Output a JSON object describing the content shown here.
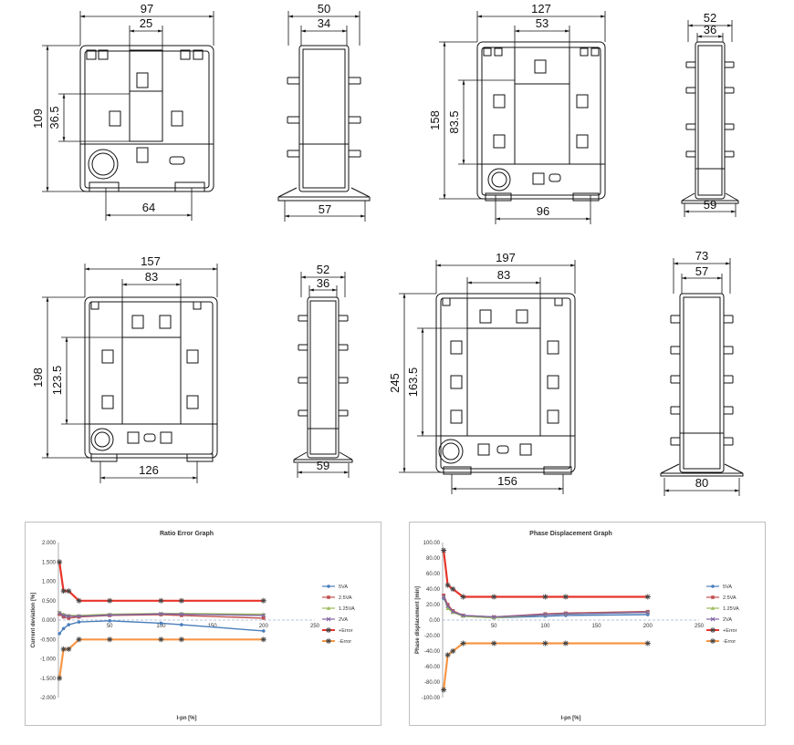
{
  "drawings": {
    "d1_front": {
      "width": "97",
      "window": "25",
      "height": "109",
      "window_h": "36.5",
      "bottom": "64"
    },
    "d1_side": {
      "width": "50",
      "inner": "34",
      "bottom": "57"
    },
    "d2_front": {
      "width": "127",
      "window": "53",
      "height": "158",
      "window_h": "83.5",
      "bottom": "96"
    },
    "d2_side": {
      "width": "52",
      "inner": "36",
      "bottom": "59"
    },
    "d3_front": {
      "width": "157",
      "window": "83",
      "height": "198",
      "window_h": "123.5",
      "bottom": "126"
    },
    "d3_side": {
      "width": "52",
      "inner": "36",
      "bottom": "59"
    },
    "d4_front": {
      "width": "197",
      "window": "83",
      "height": "245",
      "window_h": "163.5",
      "bottom": "156"
    },
    "d4_side": {
      "width": "73",
      "inner": "57",
      "bottom": "80"
    }
  },
  "chart_data": [
    {
      "type": "line",
      "title": "Ratio Error Graph",
      "xlabel": "I-pn [%]",
      "ylabel": "Current deviation [%]",
      "xlim": [
        0,
        250
      ],
      "ylim": [
        -2.0,
        2.0
      ],
      "x_ticks": [
        "50",
        "100",
        "150",
        "200",
        "250"
      ],
      "y_ticks": [
        "2.000",
        "1.500",
        "1.000",
        "0.500",
        "0.000",
        "-0.500",
        "-1.000",
        "-1.500",
        "-2.000"
      ],
      "series": [
        {
          "name": "5VA",
          "color": "#4a7ebb",
          "marker": "dot",
          "x": [
            1,
            5,
            10,
            20,
            50,
            100,
            120,
            200
          ],
          "y": [
            -0.35,
            -0.22,
            -0.12,
            -0.05,
            -0.02,
            -0.08,
            -0.12,
            -0.28
          ]
        },
        {
          "name": "2.5VA",
          "color": "#c0504d",
          "marker": "square",
          "x": [
            1,
            5,
            10,
            20,
            50,
            100,
            120,
            200
          ],
          "y": [
            0.15,
            0.08,
            0.05,
            0.08,
            0.12,
            0.14,
            0.12,
            0.05
          ]
        },
        {
          "name": "1.25VA",
          "color": "#9bbb59",
          "marker": "triangle",
          "x": [
            1,
            5,
            10,
            20,
            50,
            100,
            120,
            200
          ],
          "y": [
            0.2,
            0.15,
            0.12,
            0.12,
            0.15,
            0.17,
            0.17,
            0.15
          ]
        },
        {
          "name": "2VA",
          "color": "#8064a2",
          "marker": "x",
          "x": [
            1,
            5,
            10,
            20,
            50,
            100,
            120,
            200
          ],
          "y": [
            0.18,
            0.12,
            0.1,
            0.1,
            0.13,
            0.16,
            0.15,
            0.12
          ]
        },
        {
          "name": "+Error",
          "color": "#e8342a",
          "marker": "star",
          "x": [
            1,
            5,
            10,
            20,
            50,
            100,
            120,
            200
          ],
          "y": [
            1.5,
            0.75,
            0.75,
            0.5,
            0.5,
            0.5,
            0.5,
            0.5
          ]
        },
        {
          "name": "-Error",
          "color": "#f79646",
          "marker": "star",
          "x": [
            1,
            5,
            10,
            20,
            50,
            100,
            120,
            200
          ],
          "y": [
            -1.5,
            -0.75,
            -0.75,
            -0.5,
            -0.5,
            -0.5,
            -0.5,
            -0.5
          ]
        }
      ]
    },
    {
      "type": "line",
      "title": "Phase Displacement  Graph",
      "xlabel": "I-pn [%]",
      "ylabel": "Phase displacement [min]",
      "xlim": [
        0,
        250
      ],
      "ylim": [
        -100,
        100
      ],
      "x_ticks": [
        "50",
        "100",
        "150",
        "200",
        "250"
      ],
      "y_ticks": [
        "100.00",
        "80.00",
        "60.00",
        "40.00",
        "20.00",
        "0.00",
        "-20.00",
        "-40.00",
        "-60.00",
        "-80.00",
        "-100.00"
      ],
      "series": [
        {
          "name": "5VA",
          "color": "#4a7ebb",
          "marker": "dot",
          "x": [
            1,
            5,
            10,
            20,
            50,
            100,
            120,
            200
          ],
          "y": [
            28,
            18,
            10,
            5,
            3,
            5,
            6,
            7
          ]
        },
        {
          "name": "2.5VA",
          "color": "#c0504d",
          "marker": "square",
          "x": [
            1,
            5,
            10,
            20,
            50,
            100,
            120,
            200
          ],
          "y": [
            32,
            20,
            12,
            6,
            4,
            8,
            9,
            11
          ]
        },
        {
          "name": "1.25VA",
          "color": "#9bbb59",
          "marker": "triangle",
          "x": [
            1,
            5,
            10,
            20,
            50,
            100,
            120,
            200
          ],
          "y": [
            30,
            15,
            10,
            5,
            3,
            7,
            8,
            10
          ]
        },
        {
          "name": "2VA",
          "color": "#8064a2",
          "marker": "x",
          "x": [
            1,
            5,
            10,
            20,
            50,
            100,
            120,
            200
          ],
          "y": [
            30,
            18,
            11,
            6,
            4,
            7,
            8,
            10
          ]
        },
        {
          "name": "+Error",
          "color": "#e8342a",
          "marker": "star",
          "x": [
            1,
            5,
            10,
            20,
            50,
            100,
            120,
            200
          ],
          "y": [
            90,
            45,
            40,
            30,
            30,
            30,
            30,
            30
          ]
        },
        {
          "name": "-Error",
          "color": "#f79646",
          "marker": "star",
          "x": [
            1,
            5,
            10,
            20,
            50,
            100,
            120,
            200
          ],
          "y": [
            -90,
            -45,
            -40,
            -30,
            -30,
            -30,
            -30,
            -30
          ]
        }
      ]
    }
  ]
}
